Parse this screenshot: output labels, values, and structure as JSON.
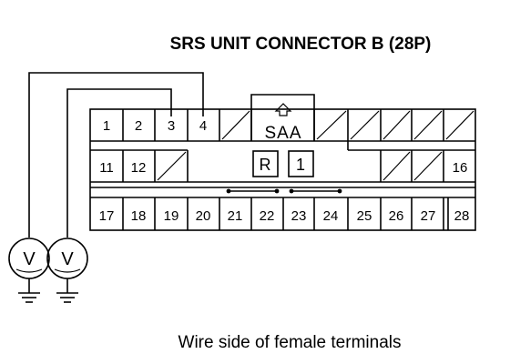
{
  "title": "SRS UNIT CONNECTOR B (28P)",
  "caption": "Wire side of female terminals",
  "connector": {
    "lock_label": "SAA",
    "box_r": "R",
    "box_1": "1",
    "row1_pins": [
      "1",
      "2",
      "3",
      "4"
    ],
    "row2_pins": [
      "11",
      "12",
      "16"
    ],
    "row3_pins": [
      "17",
      "18",
      "19",
      "20",
      "21",
      "22",
      "23",
      "24",
      "25",
      "26",
      "27",
      "28"
    ]
  },
  "meters": {
    "left_symbol": "V",
    "right_symbol": "V"
  }
}
